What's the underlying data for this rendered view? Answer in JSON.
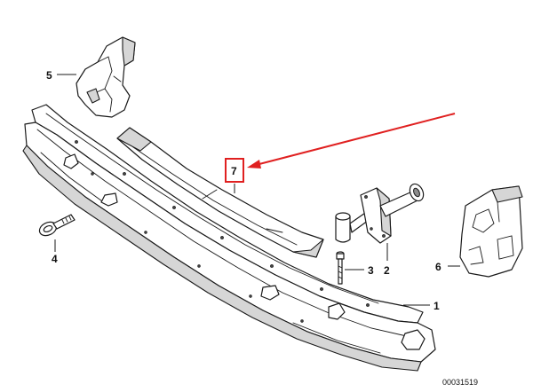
{
  "callouts": {
    "c1": "1",
    "c2": "2",
    "c3": "3",
    "c4": "4",
    "c5": "5",
    "c6": "6",
    "c7": "7"
  },
  "highlight": {
    "label": "7",
    "box_color": "#e02020",
    "arrow_color": "#e02020"
  },
  "diagram_number": "00031519"
}
